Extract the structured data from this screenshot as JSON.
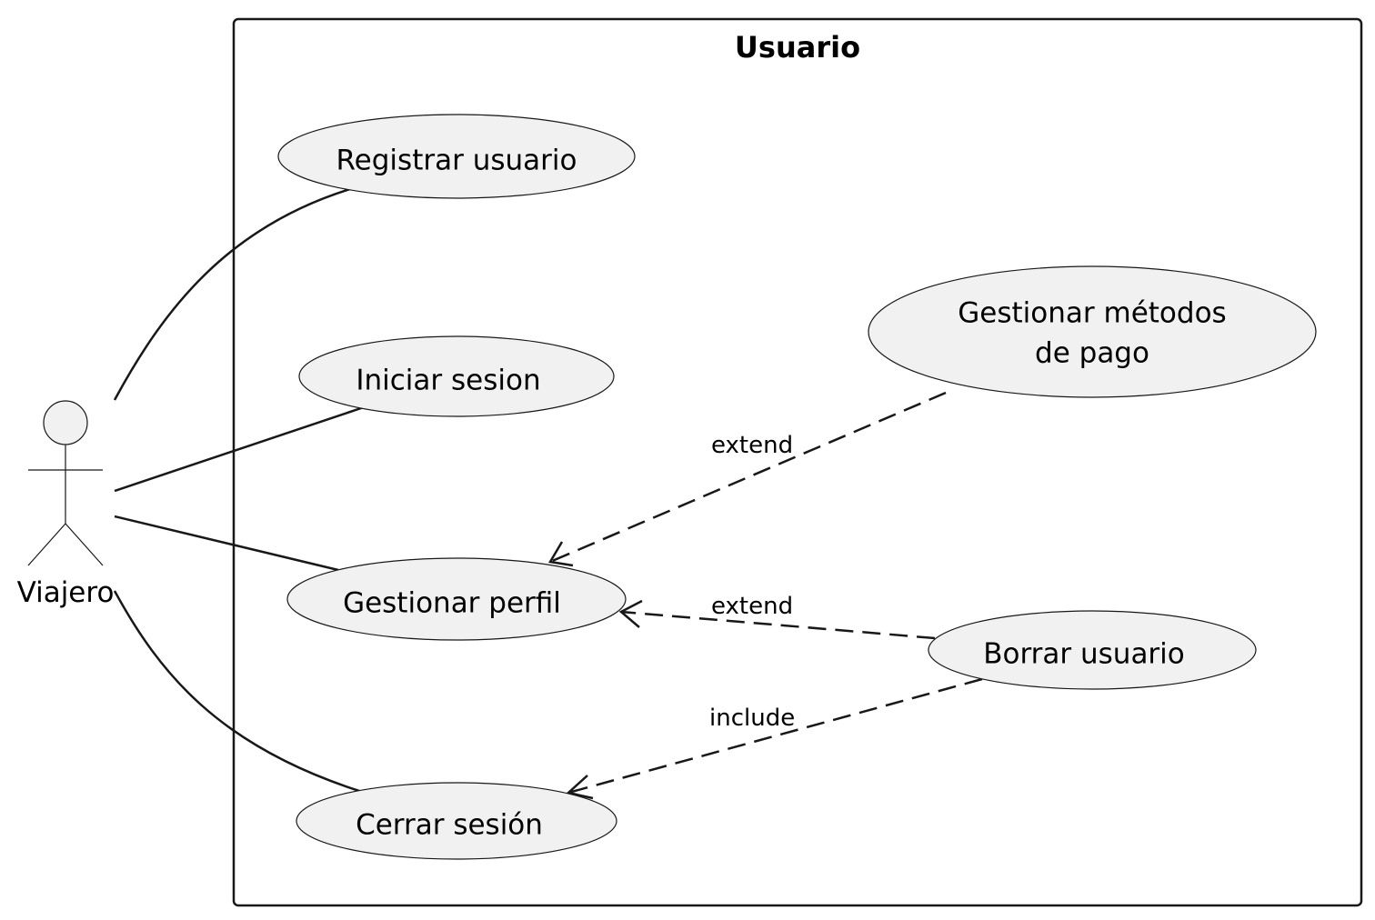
{
  "boundary": {
    "title": "Usuario"
  },
  "actor": {
    "name": "Viajero"
  },
  "use_cases": {
    "registrar": "Registrar usuario",
    "iniciar": "Iniciar sesion",
    "metodos_line1": "Gestionar métodos",
    "metodos_line2": "de pago",
    "perfil": "Gestionar perfil",
    "borrar": "Borrar usuario",
    "cerrar": "Cerrar sesión"
  },
  "relations": {
    "extend_metodos": "extend",
    "extend_borrar": "extend",
    "include_cerrar": "include"
  },
  "colors": {
    "usecase_fill": "#f1f1f1",
    "stroke": "#181818",
    "background": "#ffffff"
  }
}
